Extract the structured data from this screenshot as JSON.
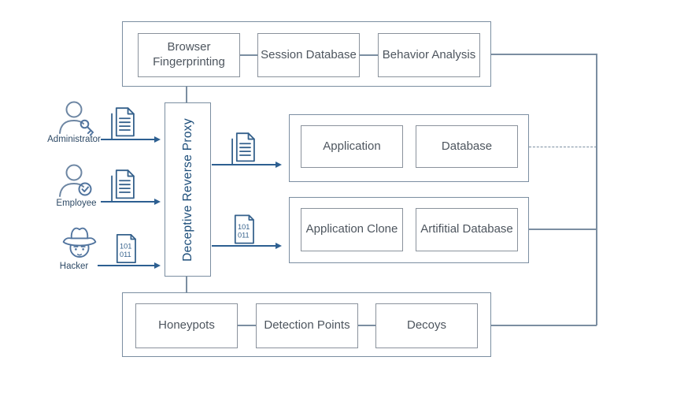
{
  "title": "Deceptive Reverse Proxy architecture diagram",
  "colors": {
    "background": "#ffffff",
    "group_border": "#7b8ea1",
    "node_border": "#8a929c",
    "node_text": "#4d555e",
    "arrow_blue": "#2d5f91",
    "icon_blue": "#6d86a3",
    "actor_label_navy": "#2e4a66",
    "proxy_text_blue": "#1d4e7a"
  },
  "proxy": {
    "label": "Deceptive Reverse Proxy"
  },
  "analysis_group": {
    "items": [
      {
        "label": "Browser Fingerprinting"
      },
      {
        "label": "Session Database"
      },
      {
        "label": "Behavior Analysis"
      }
    ]
  },
  "real_environment": {
    "items": [
      {
        "label": "Application"
      },
      {
        "label": "Database"
      }
    ]
  },
  "decoy_environment": {
    "items": [
      {
        "label": "Application Clone"
      },
      {
        "label": "Artifitial Database"
      }
    ]
  },
  "honeypot_group": {
    "items": [
      {
        "label": "Honeypots"
      },
      {
        "label": "Detection Points"
      },
      {
        "label": "Decoys"
      }
    ]
  },
  "actors": {
    "administrator": {
      "label": "Administrator",
      "icon": "person-with-key-icon"
    },
    "employee": {
      "label": "Employee",
      "icon": "person-with-check-icon"
    },
    "hacker": {
      "label": "Hacker",
      "icon": "hacker-hat-face-icon"
    }
  },
  "documents": {
    "text_document_icon": "document-with-lines-icon",
    "binary_document_icon": "binary-file-icon",
    "binary_file": {
      "line1": "101",
      "line2": "011"
    }
  }
}
